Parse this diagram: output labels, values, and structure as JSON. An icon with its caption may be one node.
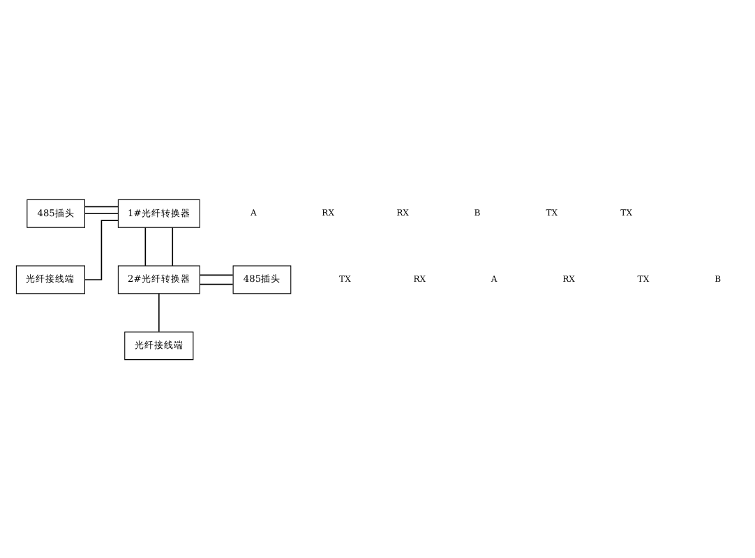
{
  "diagram": {
    "nodes": [
      {
        "text": [
          "485插头"
        ]
      },
      {
        "text": [
          "1#光纤转换器"
        ]
      },
      {
        "text": [
          "光纤接线端"
        ]
      },
      {
        "text": [
          "2#光纤转换器"
        ]
      },
      {
        "text": [
          "485插头"
        ]
      },
      {
        "text": [
          "光纤接线端"
        ]
      }
    ],
    "edges": [
      {
        "from": 0,
        "to": 1,
        "arrow": "none"
      },
      {
        "from": 0,
        "to": 1,
        "arrow": "none"
      },
      {
        "from": 1,
        "to": 2,
        "arrow": "none"
      },
      {
        "from": 1,
        "to": 3,
        "arrow": "none"
      },
      {
        "from": 1,
        "to": 3,
        "arrow": "none"
      },
      {
        "from": 3,
        "to": 4,
        "arrow": "none"
      },
      {
        "from": 3,
        "to": 4,
        "arrow": "none"
      },
      {
        "from": 3,
        "to": 5,
        "arrow": "none"
      }
    ],
    "labels": [
      "A",
      "RX",
      "RX",
      "B",
      "TX",
      "TX",
      "TX",
      "RX",
      "A",
      "RX",
      "TX",
      "B"
    ]
  }
}
